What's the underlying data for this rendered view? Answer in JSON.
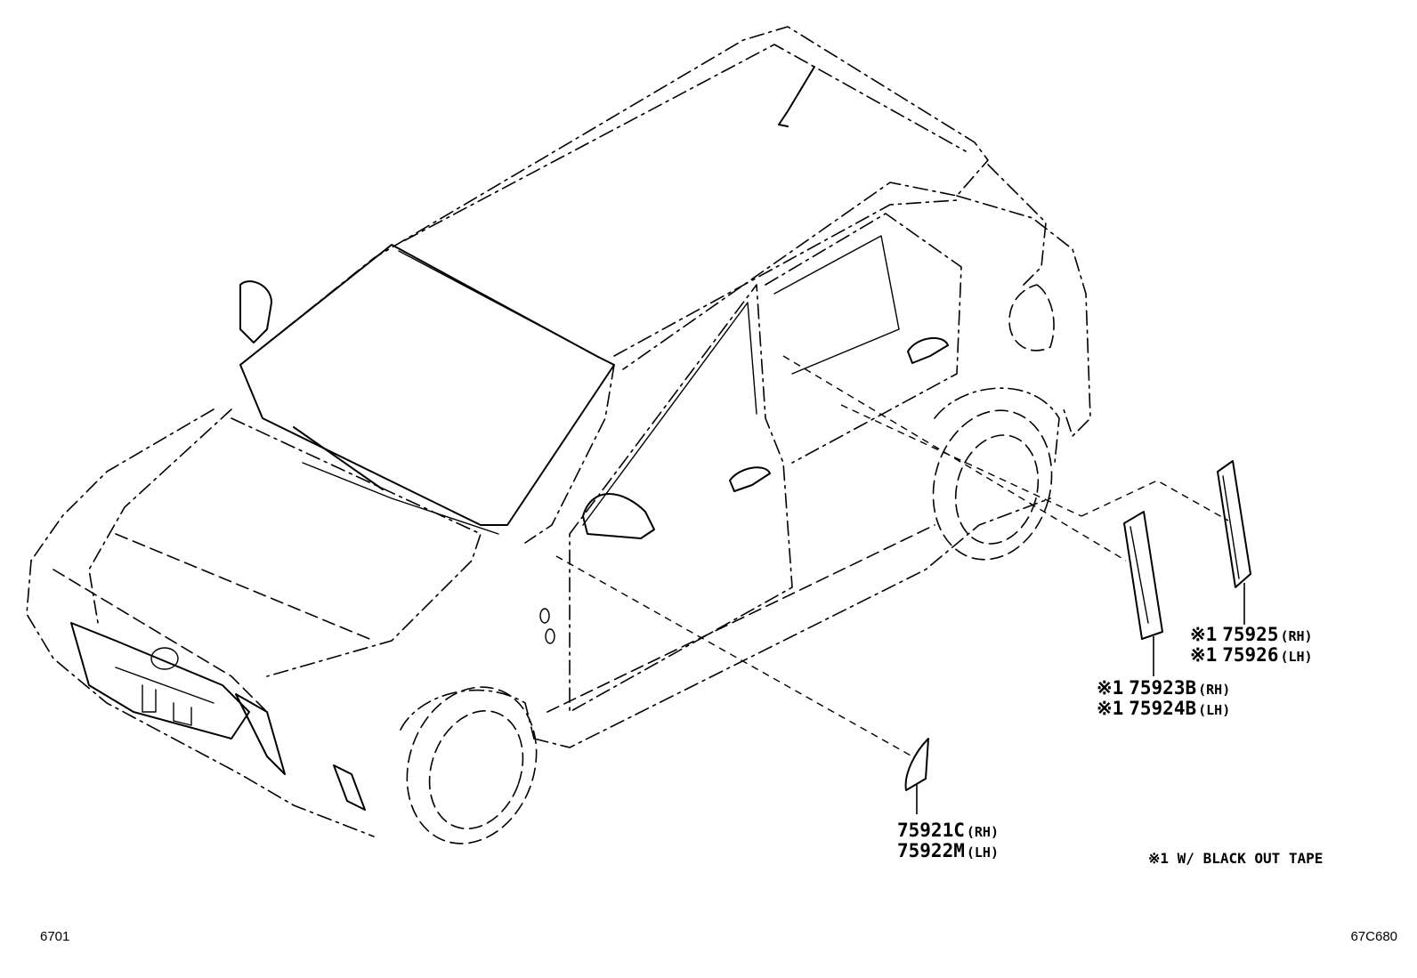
{
  "parts": {
    "front_triangle": {
      "rh": "75921C",
      "rh_side": "(RH)",
      "lh": "75922M",
      "lh_side": "(LH)"
    },
    "center_pillar": {
      "mark": "※1",
      "rh": "75923B",
      "rh_side": "(RH)",
      "lh": "75924B",
      "lh_side": "(LH)"
    },
    "rear_pillar": {
      "mark": "※1",
      "rh": "75925",
      "rh_side": "(RH)",
      "lh": "75926",
      "lh_side": "(LH)"
    }
  },
  "footnote": "※1 W/ BLACK OUT TAPE",
  "page_code": "6701",
  "figure_code": "67C680"
}
